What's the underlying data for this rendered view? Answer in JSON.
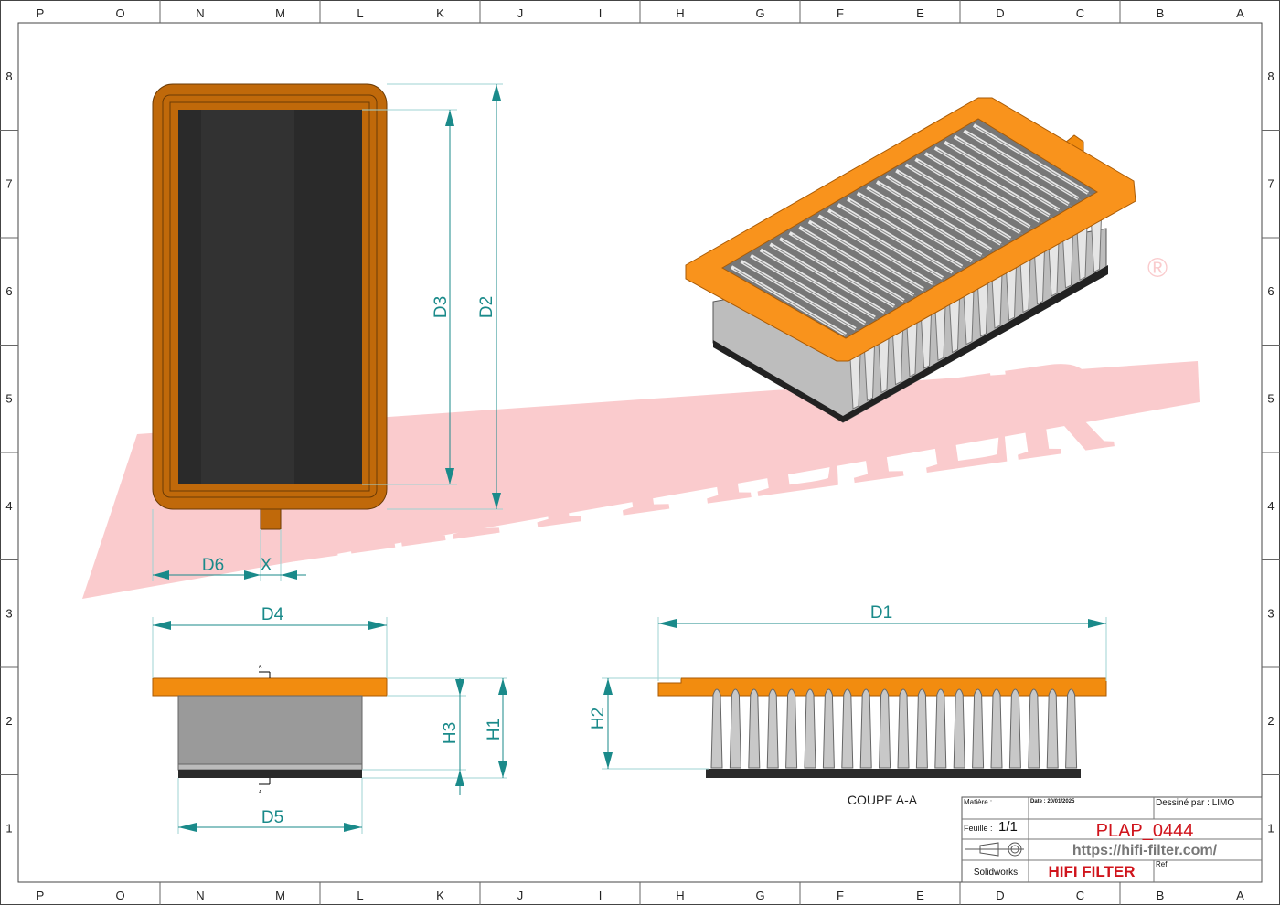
{
  "grid": {
    "columns": [
      "P",
      "O",
      "N",
      "M",
      "L",
      "K",
      "J",
      "I",
      "H",
      "G",
      "F",
      "E",
      "D",
      "C",
      "B",
      "A"
    ],
    "rows": [
      "8",
      "7",
      "6",
      "5",
      "4",
      "3",
      "2",
      "1"
    ]
  },
  "watermark": {
    "text": "HIFI FILTER",
    "symbol": "®"
  },
  "dimensions": {
    "d1": "D1",
    "d2": "D2",
    "d3": "D3",
    "d4": "D4",
    "d5": "D5",
    "d6": "D6",
    "x": "X",
    "h1": "H1",
    "h2": "H2",
    "h3": "H3"
  },
  "section_label": "COUPE A-A",
  "section_marks": {
    "top": "A",
    "bottom": "A"
  },
  "title_block": {
    "material_label": "Matière :",
    "date": "Date : 20/01/2025",
    "drawn_by": "Dessiné par : LIMO",
    "sheet_label": "Feuille :",
    "sheet_value": "1/1",
    "part_number": "PLAP_0444",
    "url": "https://hifi-filter.com/",
    "software": "Solidworks",
    "brand": "HIFI FILTER",
    "ref_label": "Ref:"
  },
  "colors": {
    "orange": "#f28c0f",
    "dark_orange": "#c0690a",
    "media": "#2a2a2a",
    "dim": "#1a8a8a",
    "brand": "#d0141c"
  }
}
